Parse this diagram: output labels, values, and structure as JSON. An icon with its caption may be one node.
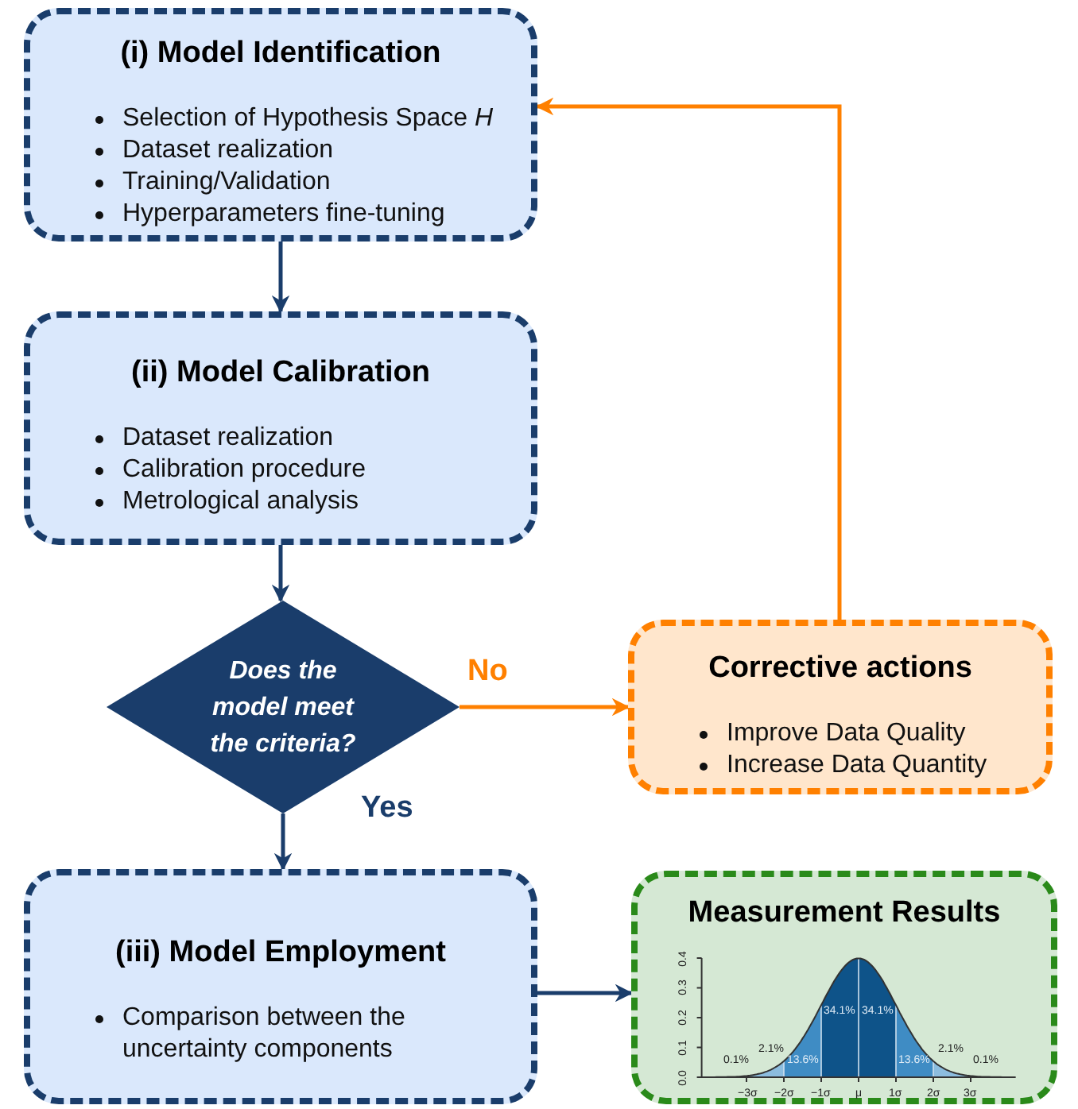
{
  "diagram": {
    "nodes": [
      {
        "text": [
          "(i) Model Identification",
          "Selection of Hypothesis Space *H*",
          "Dataset realization",
          "Training/Validation",
          "Hyperparameters fine-tuning"
        ]
      },
      {
        "text": [
          "(ii) Model Calibration",
          "Dataset realization",
          "Calibration procedure",
          "Metrological analysis"
        ]
      },
      {
        "text": [
          "Does the model meet the criteria?"
        ]
      },
      {
        "text": [
          "Corrective actions",
          "Improve Data Quality",
          "Increase Data Quantity"
        ]
      },
      {
        "text": [
          "(iii) Model Employment",
          "Comparison between the uncertainty components"
        ]
      },
      {
        "text": [
          "Measurement Results"
        ]
      }
    ],
    "edges": [
      {
        "from": 0,
        "to": 1,
        "arrow": "to"
      },
      {
        "from": 1,
        "to": 2,
        "arrow": "to"
      },
      {
        "from": 2,
        "to": 3,
        "arrow": "to",
        "label": "No",
        "color": "#ff8000"
      },
      {
        "from": 3,
        "to": 0,
        "arrow": "to",
        "color": "#ff8000"
      },
      {
        "from": 2,
        "to": 4,
        "arrow": "to",
        "label": "Yes"
      },
      {
        "from": 4,
        "to": 5,
        "arrow": "to"
      }
    ],
    "labels": [
      "0.4",
      "0.3",
      "0.2",
      "0.1",
      "0.0",
      "0.1%",
      "2.1%",
      "13.6%",
      "34.1%",
      "34.1%",
      "13.6%",
      "2.1%",
      "0.1%",
      "−3σ",
      "−2σ",
      "−1σ",
      "μ",
      "1σ",
      "2σ",
      "3σ"
    ]
  }
}
